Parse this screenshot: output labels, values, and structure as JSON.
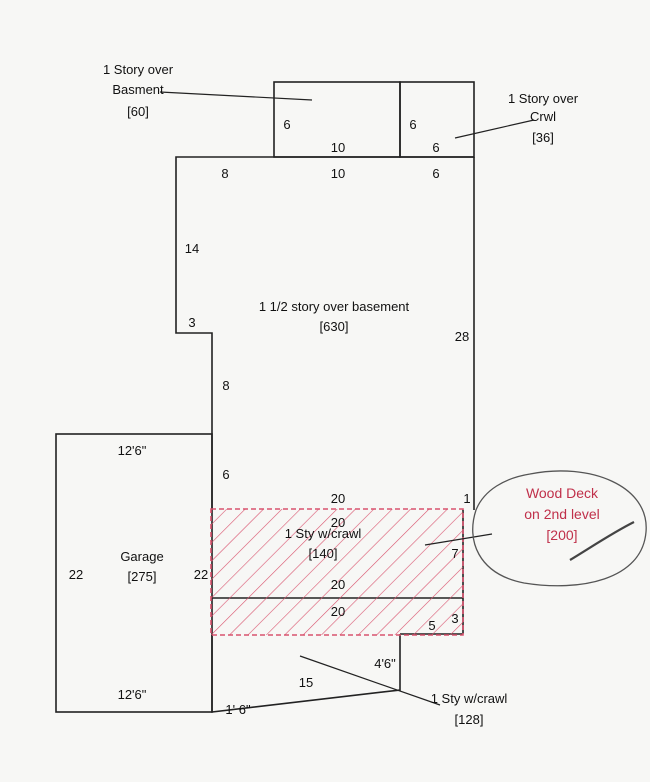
{
  "areas": {
    "top_left": {
      "line1": "1 Story over",
      "line2": "Basment",
      "area": "[60]"
    },
    "top_right": {
      "line1": "1 Story over",
      "line2": "Crwl",
      "area": "[36]"
    },
    "main": {
      "name": "1 1/2 story over basement",
      "area": "[630]"
    },
    "garage": {
      "name": "Garage",
      "area": "[275]"
    },
    "crawl_140": {
      "name": "1 Sty w/crawl",
      "area": "[140]"
    },
    "crawl_128": {
      "name": "1 Sty w/crawl",
      "area": "[128]"
    },
    "deck": {
      "line1": "Wood Deck",
      "line2": "on 2nd level",
      "area": "[200]"
    }
  },
  "dimensions": {
    "tl_side": "6",
    "tl_bottom": "10",
    "tr_side": "6",
    "tr_bottom": "6",
    "main_top_left": "8",
    "main_top_mid": "10",
    "main_top_right": "6",
    "main_left_upper": "14",
    "main_notch": "3",
    "main_left_mid": "8",
    "main_right": "28",
    "main_left_lower": "6",
    "main_bottom": "20",
    "main_bottom_right": "1",
    "crawl140_top": "20",
    "crawl140_bottom": "20",
    "crawl140_right": "7",
    "lower_top": "20",
    "lower_step_w": "5",
    "lower_step_h": "3",
    "lower_diag": "4'6\"",
    "lower_bottom": "15",
    "lower_left": "1' 6\"",
    "garage_top": "12'6\"",
    "garage_bottom": "12'6\"",
    "garage_left": "22",
    "garage_right": "22"
  },
  "colors": {
    "deck": "#c0304a",
    "lines": "#222222"
  }
}
